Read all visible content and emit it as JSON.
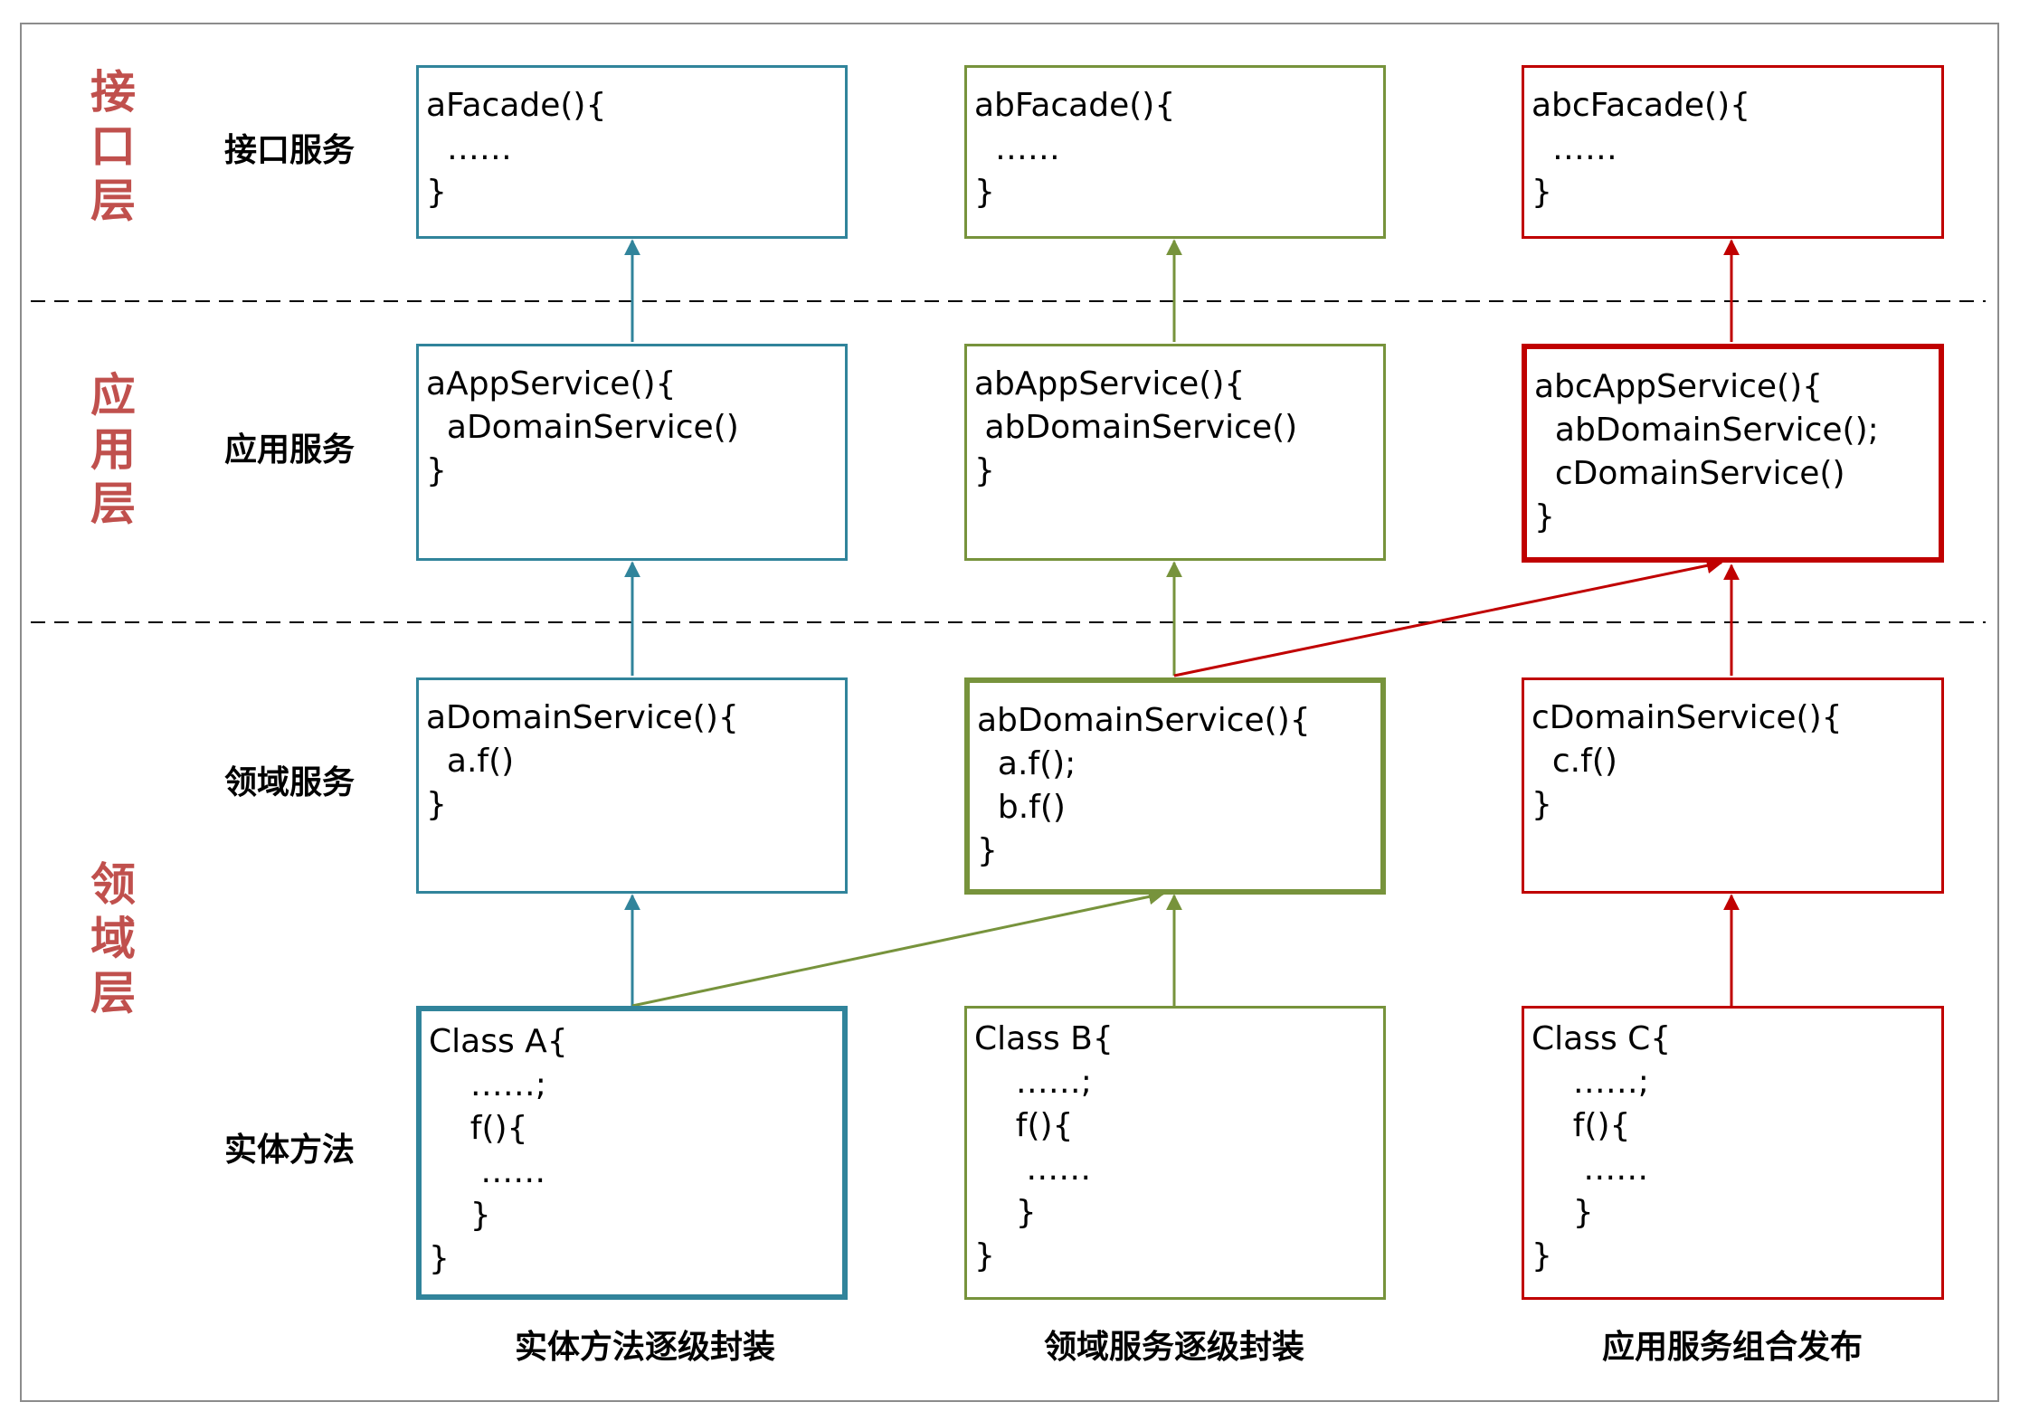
{
  "layers": {
    "interface": "接\n口\n层",
    "application": "应\n用\n层",
    "domain": "领\n域\n层"
  },
  "rows": {
    "interface_service": "接口服务",
    "app_service": "应用服务",
    "domain_service": "领域服务",
    "entity_method": "实体方法"
  },
  "columns": {
    "a": {
      "facade": "aFacade(){\n  ……\n}",
      "app": "aAppService(){\n  aDomainService()\n}",
      "domain": "aDomainService(){\n  a.f()\n}",
      "entity": "Class A{\n    ……;\n    f(){\n     ……\n    }\n}",
      "caption": "实体方法逐级封装"
    },
    "b": {
      "facade": "abFacade(){\n  ……\n}",
      "app": "abAppService(){\n abDomainService()\n}",
      "domain": "abDomainService(){\n  a.f();\n  b.f()\n}",
      "entity": "Class B{\n    ……;\n    f(){\n     ……\n    }\n}",
      "caption": "领域服务逐级封装"
    },
    "c": {
      "facade": "abcFacade(){\n  ……\n}",
      "app": "abcAppService(){\n  abDomainService();\n  cDomainService()\n}",
      "domain": "cDomainService(){\n  c.f()\n}",
      "entity": "Class C{\n    ……;\n    f(){\n     ……\n    }\n}",
      "caption": "应用服务组合发布"
    }
  },
  "colors": {
    "teal": "#31849b",
    "green": "#77933c",
    "red": "#c00000",
    "layer_label": "#c0504d",
    "divider": "#000000"
  }
}
